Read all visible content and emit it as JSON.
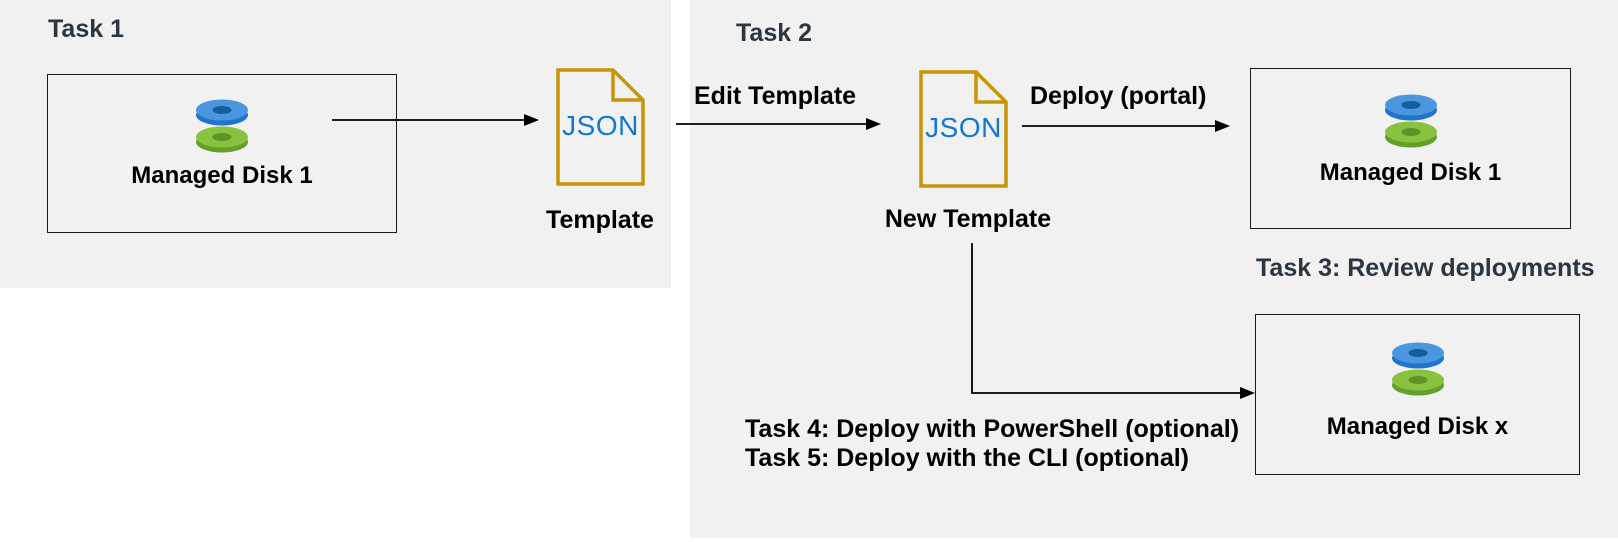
{
  "colors": {
    "panel_bg": "#F1F1F1",
    "heading_text": "#2B3640",
    "body_text": "#000000",
    "file_border": "#C89506",
    "json_text_blue": "#1577D2",
    "disk_blue_top": "#4A97E0",
    "disk_blue_side": "#2173CB",
    "disk_blue_hole": "#155E9E",
    "disk_green_top": "#89C23F",
    "disk_green_side": "#639F2A",
    "disk_green_hole": "#5D9427",
    "box_border": "#1A1A1A",
    "arrow": "#000000"
  },
  "task1": {
    "title": "Task 1",
    "disk_box_label": "Managed Disk 1",
    "file_text": "JSON",
    "file_label": "Template"
  },
  "task2": {
    "title": "Task 2",
    "edit_arrow_label": "Edit Template",
    "file_text": "JSON",
    "file_label": "New Template",
    "deploy_arrow_label": "Deploy (portal)",
    "portal_disk_box_label": "Managed Disk 1",
    "task3_caption": "Task 3: Review deployments",
    "cli_disk_box_label": "Managed Disk x",
    "task4_caption": "Task 4: Deploy with PowerShell (optional)",
    "task5_caption": "Task 5: Deploy with the CLI (optional)"
  }
}
